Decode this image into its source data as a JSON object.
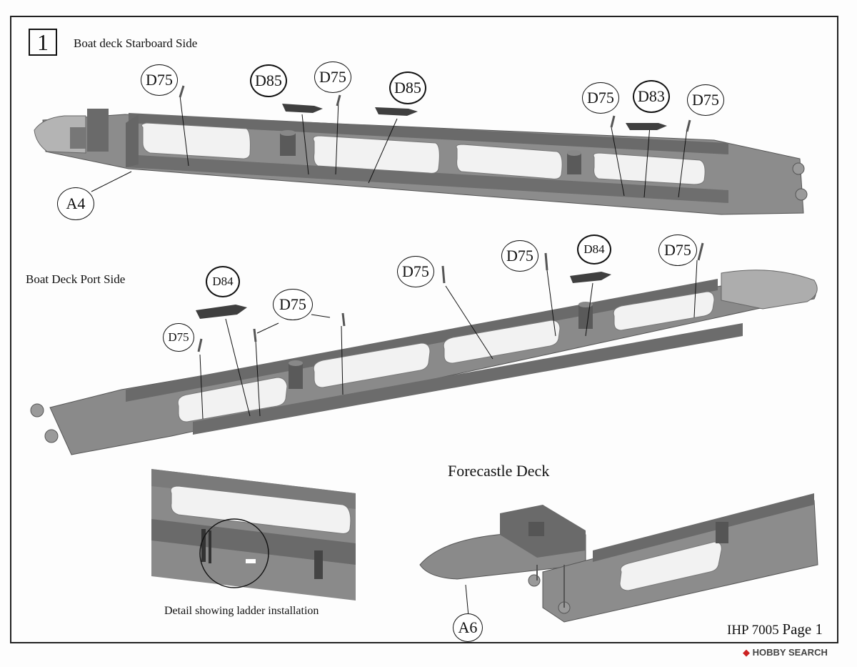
{
  "step_number": "1",
  "titles": {
    "starboard": "Boat deck Starboard Side",
    "port": "Boat Deck Port Side",
    "forecastle": "Forecastle Deck",
    "detail": "Detail showing ladder installation"
  },
  "footer": {
    "code": "IHP 7005",
    "page": "Page 1"
  },
  "callouts": {
    "a4": "A4",
    "a6": "A6",
    "d75": "D75",
    "d85": "D85",
    "d83": "D83",
    "d84": "D84"
  },
  "colors": {
    "hull": "#8a8a8a",
    "hull_dark": "#5e5e5e",
    "hull_light": "#b9b9b9",
    "cutout": "#f2f2f2"
  },
  "watermark": "HOBBY SEARCH",
  "watermark_icon": "hobby-search-logo-icon"
}
